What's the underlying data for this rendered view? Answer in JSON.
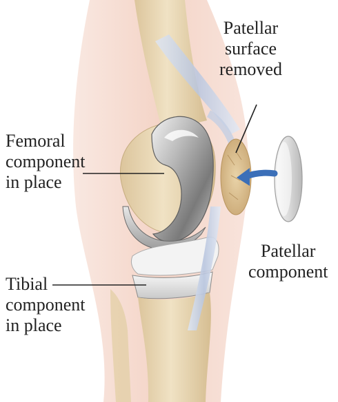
{
  "labels": {
    "patellar_surface": [
      "Patellar",
      "surface",
      "removed"
    ],
    "femoral": [
      "Femoral",
      "component",
      "in place"
    ],
    "patellar_component": [
      "Patellar",
      "component"
    ],
    "tibial": [
      "Tibial",
      "component",
      "in place"
    ]
  },
  "colors": {
    "skin": "#f6ddd3",
    "bone": "#ead9b9",
    "bone_shadow": "#d8c298",
    "metal_light": "#e6e6e6",
    "metal_dark": "#6f6f6f",
    "ligament": "#c9d3e6",
    "arrow": "#3b6fb8",
    "leader": "#222222"
  }
}
